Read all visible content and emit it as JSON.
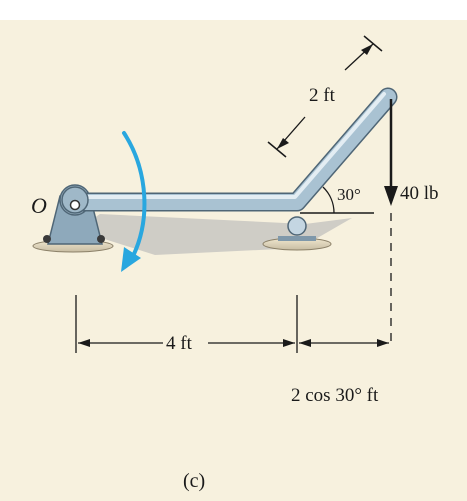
{
  "diagram": {
    "support_label": "O",
    "dim_inclined": "2 ft",
    "angle_label": "30°",
    "force_label": "40 lb",
    "dim_horizontal": "4 ft",
    "dim_projection": "2 cos 30° ft",
    "caption": "(c)"
  },
  "colors": {
    "panel_background": "#f7f1de",
    "member": "#a9c2d2",
    "shadow": "#c9c9c6",
    "support": "#8ea9bb",
    "moment_arrow": "#29a7df",
    "ink": "#1a1a1a"
  }
}
